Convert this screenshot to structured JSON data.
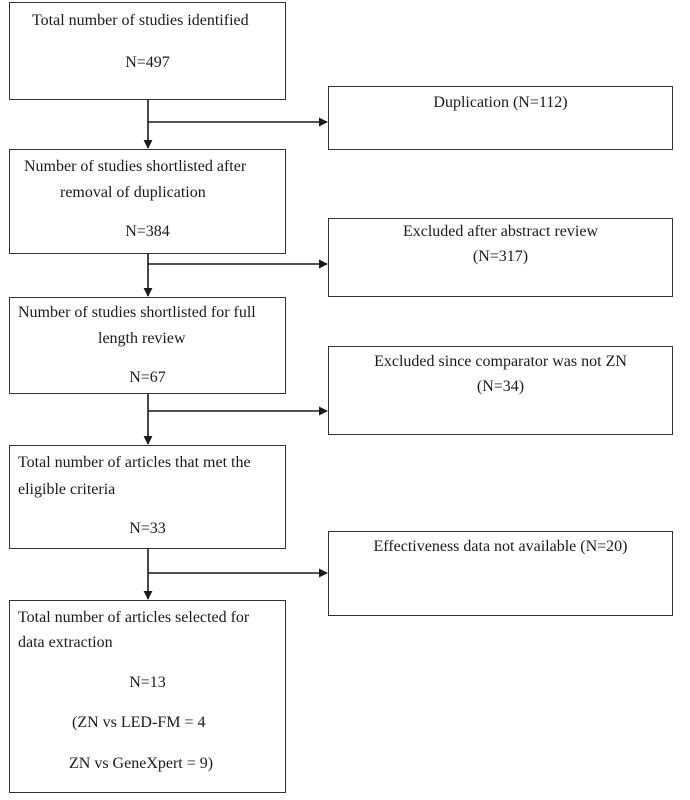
{
  "left_boxes": [
    {
      "id": "identified",
      "lines": [
        "Total number of studies identified",
        "N=497"
      ]
    },
    {
      "id": "after-dup",
      "lines": [
        "Number of studies shortlisted after",
        "removal of duplication",
        "N=384"
      ]
    },
    {
      "id": "full-length",
      "lines": [
        "Number of studies shortlisted for full",
        "length review",
        "N=67"
      ]
    },
    {
      "id": "eligible",
      "lines": [
        "Total number of articles that met the",
        "eligible criteria",
        "N=33"
      ]
    },
    {
      "id": "selected",
      "lines": [
        "Total number of articles selected for",
        "data extraction",
        "N=13",
        "(ZN vs LED-FM = 4",
        "ZN vs GeneXpert = 9)"
      ]
    }
  ],
  "right_boxes": [
    {
      "id": "duplication",
      "lines": [
        "Duplication (N=112)"
      ]
    },
    {
      "id": "abstract",
      "lines": [
        "Excluded after abstract review",
        "(N=317)"
      ]
    },
    {
      "id": "comparator",
      "lines": [
        "Excluded since comparator was not ZN",
        "(N=34)"
      ]
    },
    {
      "id": "effectiveness",
      "lines": [
        "Effectiveness data not available (N=20)"
      ]
    }
  ]
}
